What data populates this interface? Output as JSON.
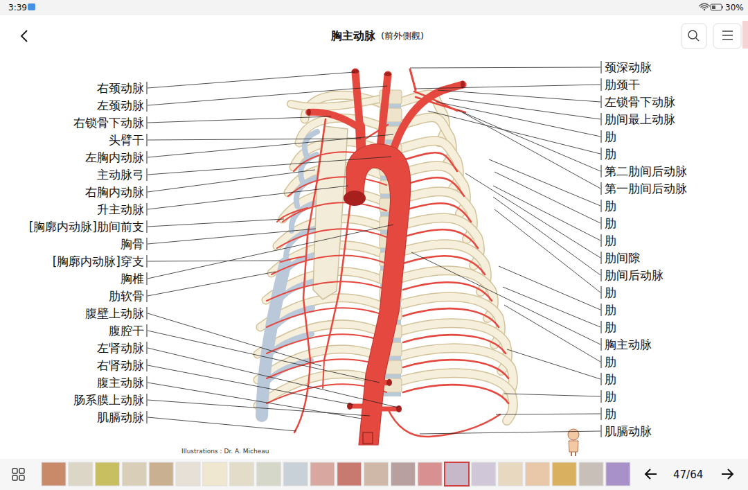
{
  "diagram": {
    "title": "胸主动脉",
    "labels": [
      "3:39",
      "30%",
      "(前外側觀)",
      "右颈动脉",
      "左颈动脉",
      "右锁骨下动脉",
      "头臂干",
      "左胸内动脉",
      "主动脉弓",
      "右胸内动脉",
      "升主动脉",
      "[胸廓内动脉]肋间前支",
      "胸骨",
      "[胸廓内动脉]穿支",
      "胸椎",
      "肋软骨",
      "腹壁上动脉",
      "腹腔干",
      "左肾动脉",
      "右肾动脉",
      "腹主动脉",
      "肠系膜上动脉",
      "肌膈动脉",
      "颈深动脉",
      "肋颈干",
      "左锁骨下动脉",
      "肋间最上动脉",
      "肋",
      "肋",
      "第二肋间后动脉",
      "第一肋间后动脉",
      "肋",
      "肋",
      "肋",
      "肋间隙",
      "肋间后动脉",
      "肋",
      "肋",
      "肋",
      "胸主动脉",
      "肋",
      "肋",
      "肋",
      "肋",
      "肌膈动脉",
      "Illustrations : Dr. A. Micheau",
      "47/64"
    ]
  }
}
